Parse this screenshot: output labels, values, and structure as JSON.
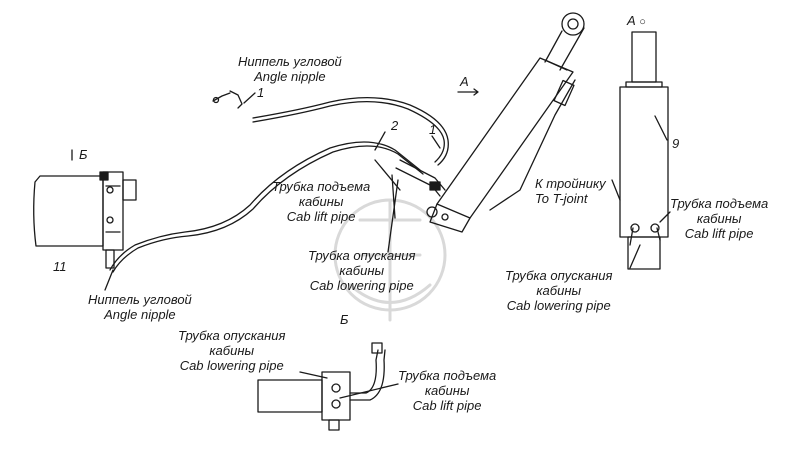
{
  "labels": {
    "angle_nipple_top": {
      "ru": "Ниппель угловой",
      "en": "Angle nipple"
    },
    "angle_nipple_bottom": {
      "ru": "Ниппель угловой",
      "en": "Angle nipple"
    },
    "cab_lift_center": {
      "ru1": "Трубка подъема",
      "ru2": "кабины",
      "en": "Cab lift pipe"
    },
    "cab_lowering_center": {
      "ru1": "Трубка опускания",
      "ru2": "кабины",
      "en": "Cab lowering pipe"
    },
    "t_joint": {
      "ru": "К тройнику",
      "en": "To T-joint"
    },
    "cab_lift_right": {
      "ru1": "Трубка подъема",
      "ru2": "кабины",
      "en": "Cab lift pipe"
    },
    "cab_lowering_right": {
      "ru1": "Трубка опускания",
      "ru2": "кабины",
      "en": "Cab lowering pipe"
    },
    "cab_lowering_detail": {
      "ru1": "Трубка опускания",
      "ru2": "кабины",
      "en": "Cab lowering pipe"
    },
    "cab_lift_detail": {
      "ru1": "Трубка подъема",
      "ru2": "кабины",
      "en": "Cab lift pipe"
    }
  },
  "callouts": {
    "n1_top": "1",
    "n1_right": "1",
    "n2": "2",
    "n9": "9",
    "n11": "11"
  },
  "view_marks": {
    "view_a_arrow": "А",
    "view_a_title": "А",
    "view_b_arrow": "Б",
    "view_b_title": "Б"
  },
  "colors": {
    "line": "#1a1a1a",
    "watermark": "#d6d6d6"
  }
}
